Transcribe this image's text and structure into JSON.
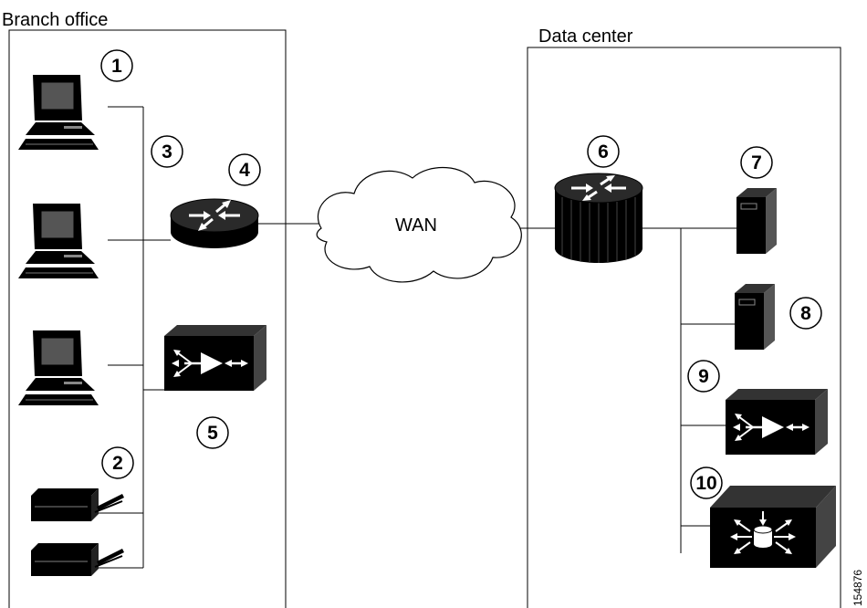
{
  "branch_title": "Branch office",
  "dc_title": "Data center",
  "wan_label": "WAN",
  "figure_id": "154876",
  "callouts": [
    "1",
    "2",
    "3",
    "4",
    "5",
    "6",
    "7",
    "8",
    "9",
    "10"
  ]
}
